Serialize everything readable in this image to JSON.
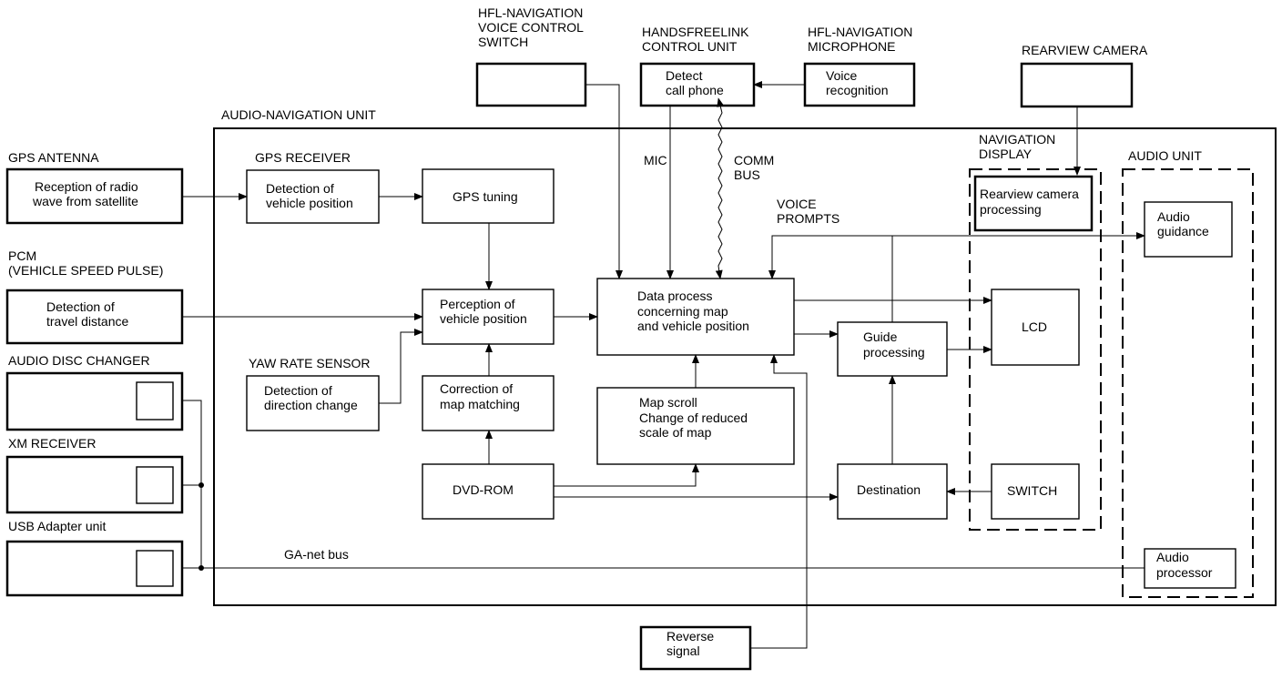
{
  "labels": {
    "hfl_switch": [
      "HFL-NAVIGATION",
      "VOICE CONTROL",
      "SWITCH"
    ],
    "hfl_unit": [
      "HANDSFREELINK",
      "CONTROL UNIT"
    ],
    "hfl_mic": [
      "HFL-NAVIGATION",
      "MICROPHONE"
    ],
    "rearview_camera": "REARVIEW CAMERA",
    "audio_nav_unit": "AUDIO-NAVIGATION UNIT",
    "gps_antenna": "GPS ANTENNA",
    "gps_receiver": "GPS RECEIVER",
    "pcm": [
      "PCM",
      "(VEHICLE SPEED PULSE)"
    ],
    "audio_disc_changer": "AUDIO DISC CHANGER",
    "yaw_rate_sensor": "YAW RATE SENSOR",
    "xm_receiver": "XM RECEIVER",
    "usb_adapter": "USB Adapter unit",
    "navigation_display": [
      "NAVIGATION",
      "DISPLAY"
    ],
    "audio_unit": "AUDIO UNIT",
    "mic": "MIC",
    "comm_bus": [
      "COMM",
      "BUS"
    ],
    "voice_prompts": [
      "VOICE",
      "PROMPTS"
    ],
    "ga_net_bus": "GA-net bus"
  },
  "blocks": {
    "detect_call_phone": [
      "Detect",
      "call phone"
    ],
    "voice_recognition": [
      "Voice",
      "recognition"
    ],
    "reception_radio": [
      "Reception of radio",
      "wave from satellite"
    ],
    "detection_vehicle_position": [
      "Detection of",
      "vehicle position"
    ],
    "gps_tuning": [
      "GPS tuning"
    ],
    "detection_travel_distance": [
      "Detection of",
      "travel distance"
    ],
    "perception_vehicle_position": [
      "Perception of",
      "vehicle position"
    ],
    "data_process": [
      "Data process",
      "concerning map",
      "and vehicle position"
    ],
    "detection_direction_change": [
      "Detection of",
      "direction change"
    ],
    "correction_map_matching": [
      "Correction of",
      "map matching"
    ],
    "map_scroll": [
      "Map scroll",
      "Change of reduced",
      "scale of map"
    ],
    "guide_processing": [
      "Guide",
      "processing"
    ],
    "lcd": [
      "LCD"
    ],
    "rearview_camera_processing": [
      "Rearview camera",
      "processing"
    ],
    "audio_guidance": [
      "Audio",
      "guidance"
    ],
    "dvd_rom": [
      "DVD-ROM"
    ],
    "destination": [
      "Destination"
    ],
    "switch": [
      "SWITCH"
    ],
    "audio_processor": [
      "Audio",
      "processor"
    ],
    "reverse_signal": [
      "Reverse",
      "signal"
    ]
  }
}
